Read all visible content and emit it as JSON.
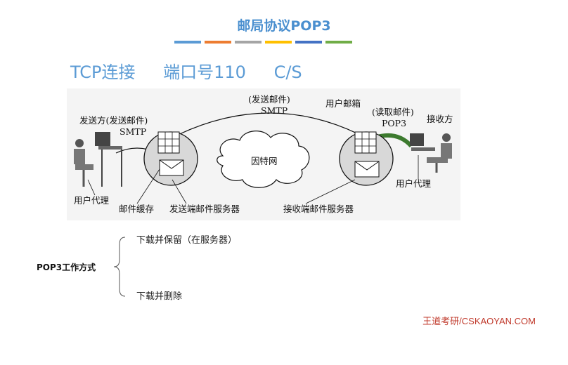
{
  "title": "邮局协议POP3",
  "color_bars": [
    "#5b9bd5",
    "#ed7d31",
    "#a5a5a5",
    "#ffc000",
    "#4472c4",
    "#70ad47"
  ],
  "subtitle": {
    "connection": "TCP连接",
    "port": "端口号110",
    "mode": "C/S"
  },
  "diagram": {
    "sender_label": "发送方(发送邮件)",
    "sender_smtp": "SMTP",
    "top_label": "(发送邮件)",
    "top_smtp": "SMTP",
    "mailbox_label": "用户邮箱",
    "read_label": "(读取邮件)",
    "read_pop3": "POP3",
    "receiver_label": "接收方",
    "internet_label": "因特网",
    "user_agent_left": "用户代理",
    "mail_buffer": "邮件缓存",
    "send_server": "发送端邮件服务器",
    "recv_server": "接收端邮件服务器",
    "user_agent_right": "用户代理"
  },
  "modes": {
    "root": "POP3工作方式",
    "items": [
      "下载并保留（在服务器）",
      "下载并删除"
    ]
  },
  "watermark": "王道考研/CSKAOYAN.COM"
}
